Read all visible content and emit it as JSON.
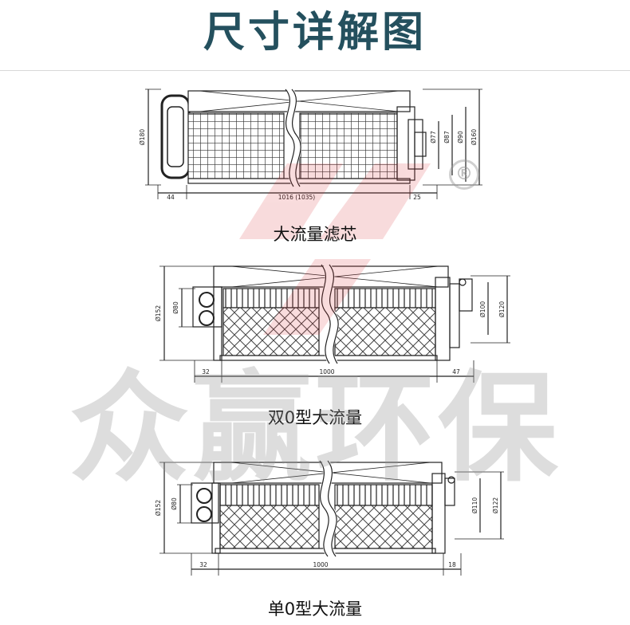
{
  "page": {
    "title": "尺寸详解图"
  },
  "watermark": {
    "text": "众赢环保",
    "registered_mark": "®"
  },
  "diagrams": [
    {
      "caption": "大流量滤芯",
      "dims": {
        "left_height": "Ø180",
        "inner_a": "Ø77",
        "inner_b": "Ø87",
        "inner_c": "Ø90",
        "inner_d": "Ø160",
        "left_len": "44",
        "body_len": "1016 (1035)",
        "right_len": "25"
      }
    },
    {
      "caption": "双0型大流量",
      "dims": {
        "outer": "Ø152",
        "port": "Ø80",
        "inner_a": "Ø100",
        "inner_b": "Ø120",
        "left_len": "32",
        "body_len": "1000",
        "right_len": "47"
      }
    },
    {
      "caption": "单0型大流量",
      "dims": {
        "outer": "Ø152",
        "port": "Ø80",
        "inner_a": "Ø110",
        "inner_b": "Ø122",
        "left_len": "32",
        "body_len": "1000",
        "right_len": "18"
      }
    }
  ]
}
